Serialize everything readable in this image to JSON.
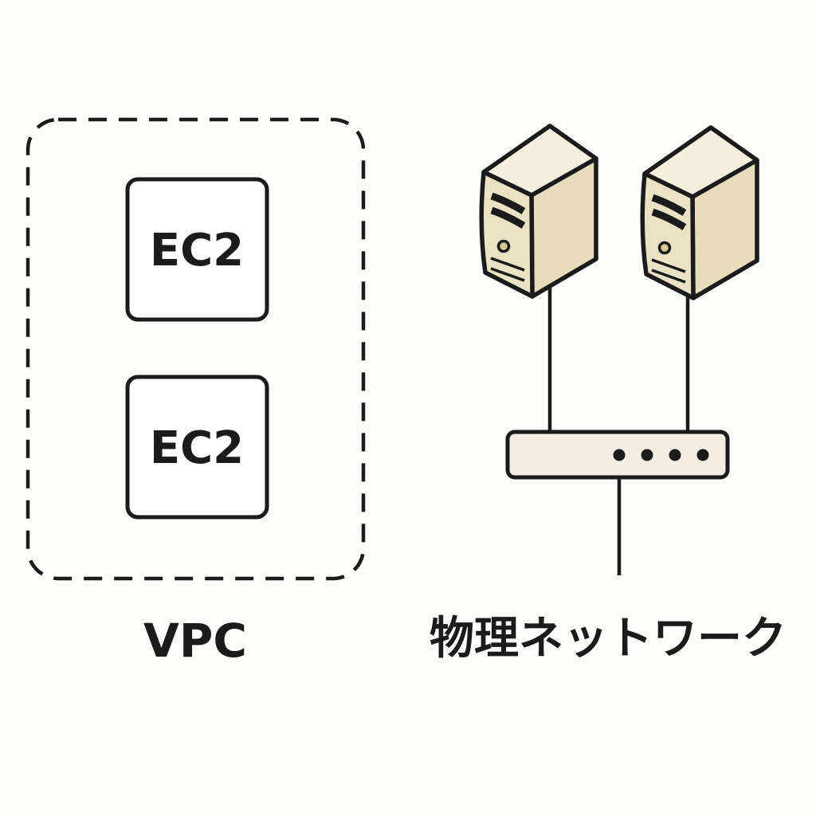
{
  "diagram": {
    "title_implicit": "VPC vs physical network comparison diagram",
    "vpc": {
      "boundary_label": "VPC",
      "instances": [
        {
          "label": "EC2"
        },
        {
          "label": "EC2"
        }
      ]
    },
    "physical": {
      "label": "物理ネットワーク",
      "server_count": 2,
      "switch_port_count": 4,
      "icons": [
        "server-icon",
        "server-icon",
        "network-switch-icon"
      ]
    }
  },
  "colors": {
    "ink": "#1b1b1b",
    "background": "#fdfdfb",
    "box_fill": "#fefefe",
    "server_front": "#ebe2c6",
    "server_side": "#e6dcbc",
    "server_top": "#f4efdf",
    "power_button": "#d8c996",
    "switch_fill": "#f3eee1"
  }
}
